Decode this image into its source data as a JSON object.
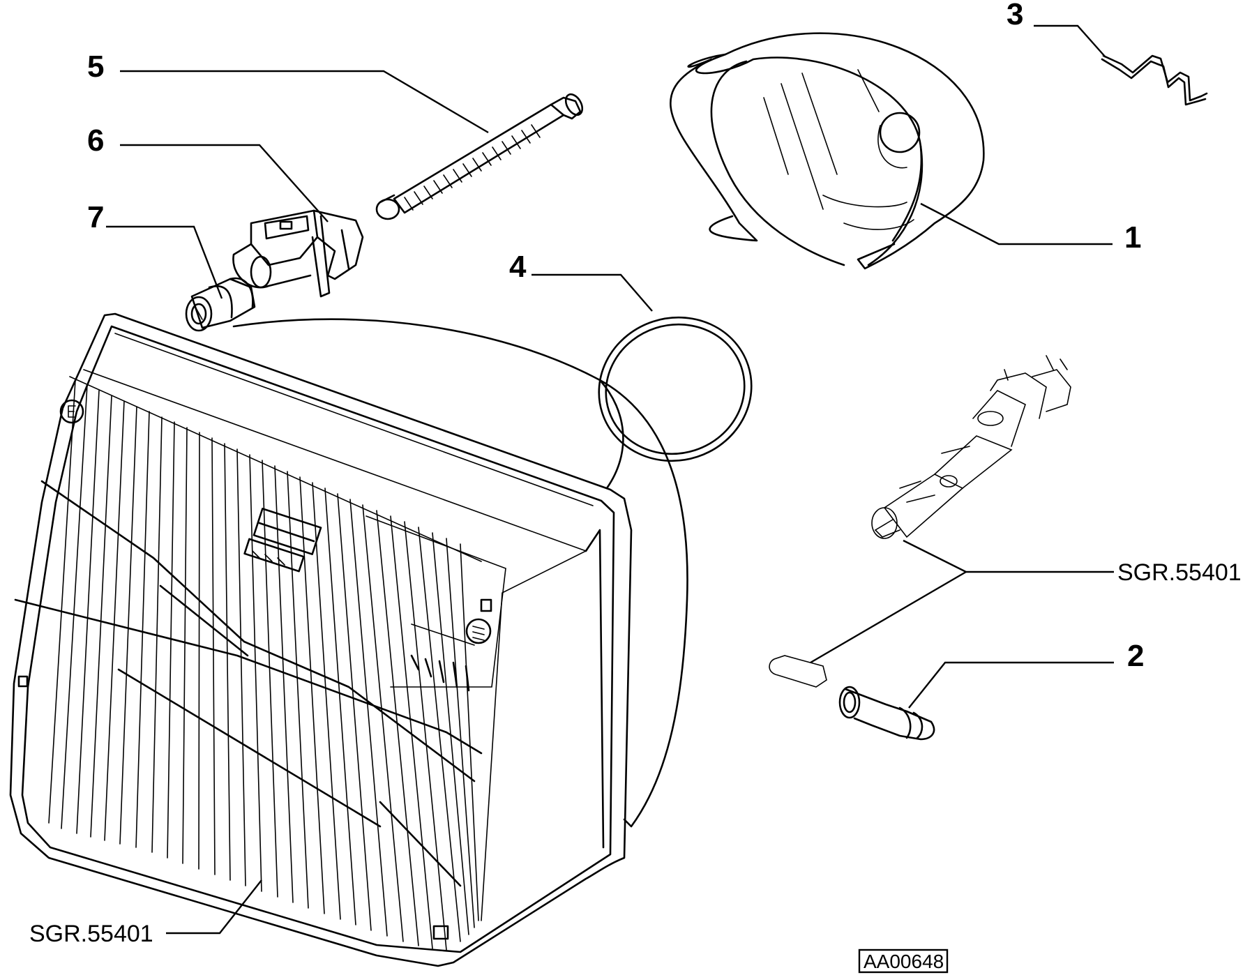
{
  "callouts": {
    "part_1": "1",
    "part_2": "2",
    "part_3": "3",
    "part_4": "4",
    "part_5": "5",
    "part_6": "6",
    "part_7": "7"
  },
  "references": {
    "bulb_group": "SGR.55401",
    "headlamp_group": "SGR.55401"
  },
  "drawing_code": "AA00648"
}
